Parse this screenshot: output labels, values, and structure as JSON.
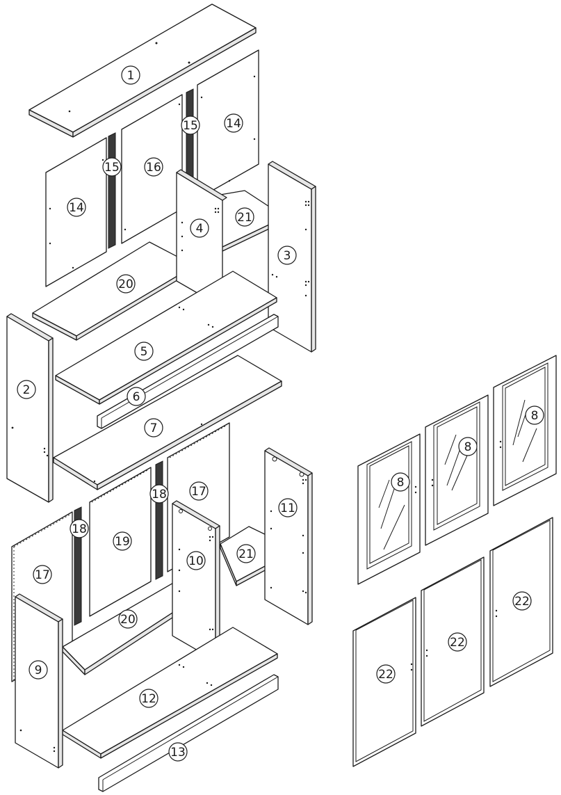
{
  "labels": {
    "p1": "1",
    "p2": "2",
    "p3": "3",
    "p4": "4",
    "p5": "5",
    "p6": "6",
    "p7": "7",
    "p8a": "8",
    "p8b": "8",
    "p8c": "8",
    "p9": "9",
    "p10": "10",
    "p11": "11",
    "p12": "12",
    "p13": "13",
    "p14a": "14",
    "p14b": "14",
    "p15a": "15",
    "p15b": "15",
    "p16": "16",
    "p17a": "17",
    "p17b": "17",
    "p18a": "18",
    "p18b": "18",
    "p19": "19",
    "p20a": "20",
    "p20b": "20",
    "p21a": "21",
    "p21b": "21",
    "p22a": "22",
    "p22b": "22",
    "p22c": "22"
  }
}
